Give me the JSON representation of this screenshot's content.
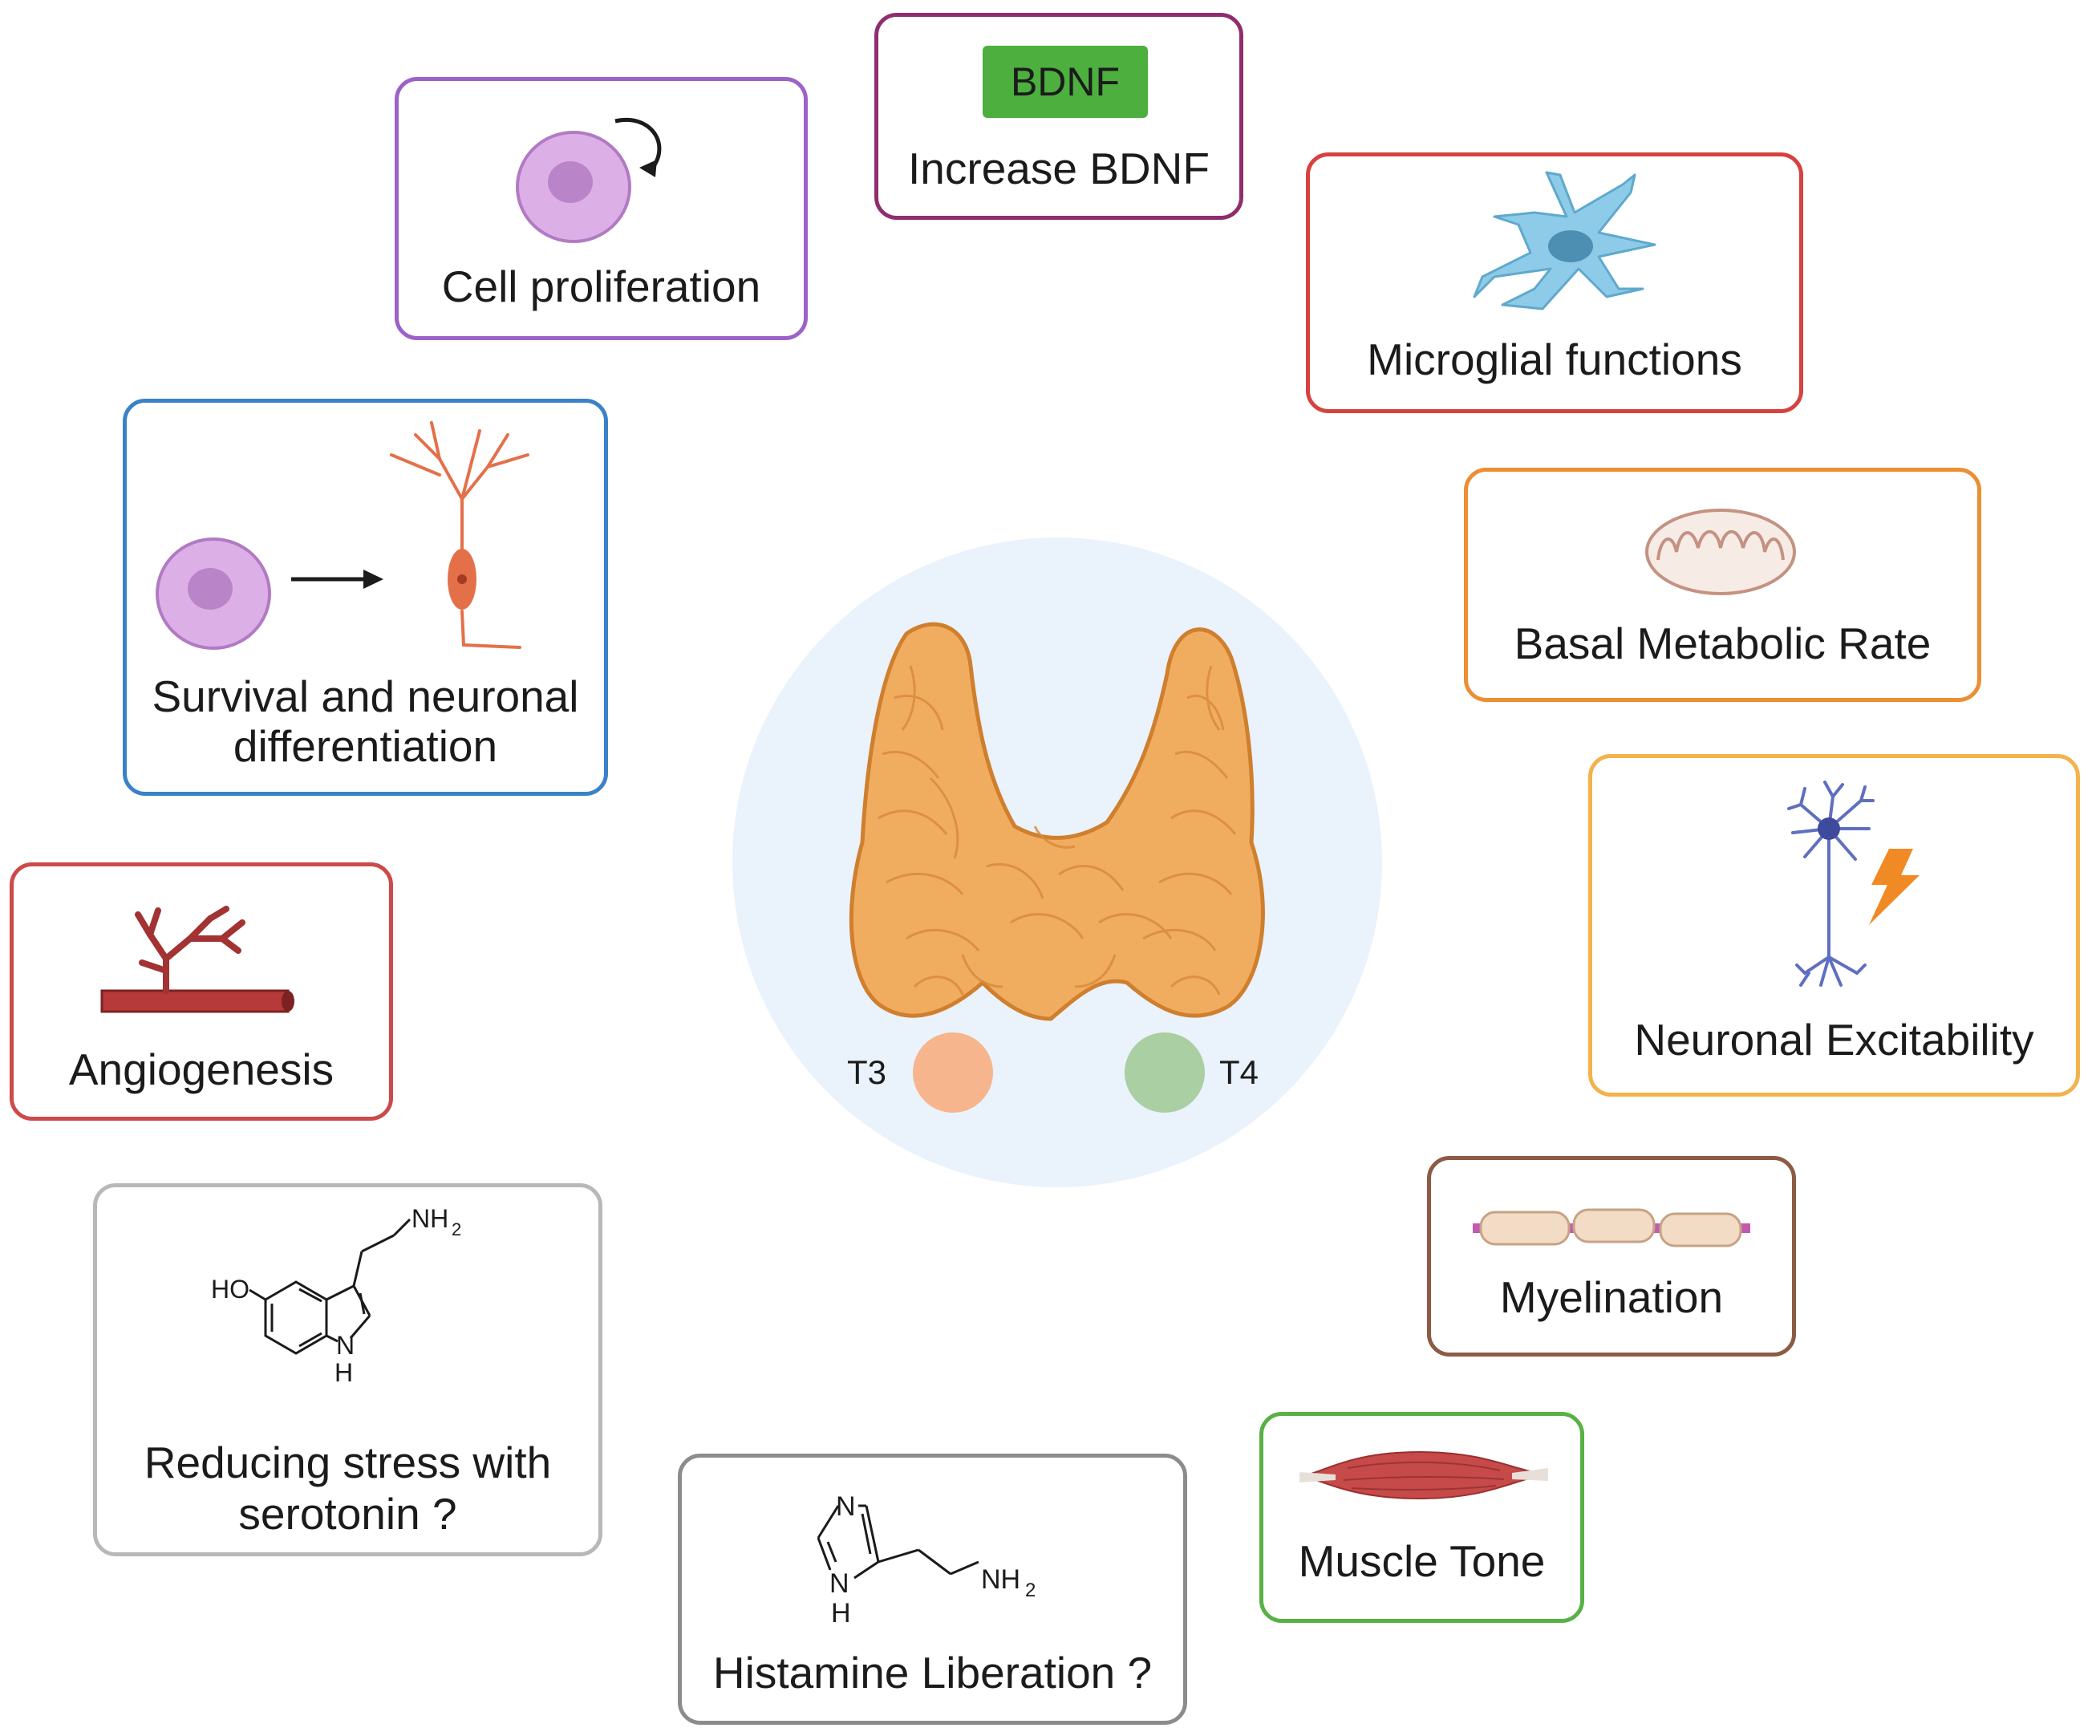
{
  "center": {
    "hormone_a": "T3",
    "hormone_b": "T4"
  },
  "boxes": {
    "bdnf": {
      "tag": "BDNF",
      "label": "Increase BDNF",
      "color": "#8f2d6f"
    },
    "cell_proliferation": {
      "label": "Cell proliferation",
      "color": "#9b63c9"
    },
    "microglia": {
      "label": "Microglial functions",
      "color": "#d6423f"
    },
    "survival": {
      "label_line1": "Survival and neuronal",
      "label_line2": "differentiation",
      "color": "#3a82c7"
    },
    "metabolic": {
      "label": "Basal Metabolic Rate",
      "color": "#ec8e33"
    },
    "angiogenesis": {
      "label": "Angiogenesis",
      "color": "#cd4a4a"
    },
    "excitability": {
      "label": "Neuronal Excitability",
      "color": "#f3b24c"
    },
    "serotonin": {
      "label_line1": "Reducing stress with",
      "label_line2": "serotonin ?",
      "oh": "HO",
      "nh2": "NH",
      "nh2_sub": "2",
      "nh": "N",
      "h": "H",
      "color": "#b8b8b8"
    },
    "myelination": {
      "label": "Myelination",
      "color": "#8d5a44"
    },
    "muscle": {
      "label": "Muscle Tone",
      "color": "#58b145"
    },
    "histamine": {
      "label": "Histamine Liberation ?",
      "n": "N",
      "nh": "N",
      "h": "H",
      "nh2": "NH",
      "nh2_sub": "2",
      "color": "#8c8c8c"
    }
  }
}
